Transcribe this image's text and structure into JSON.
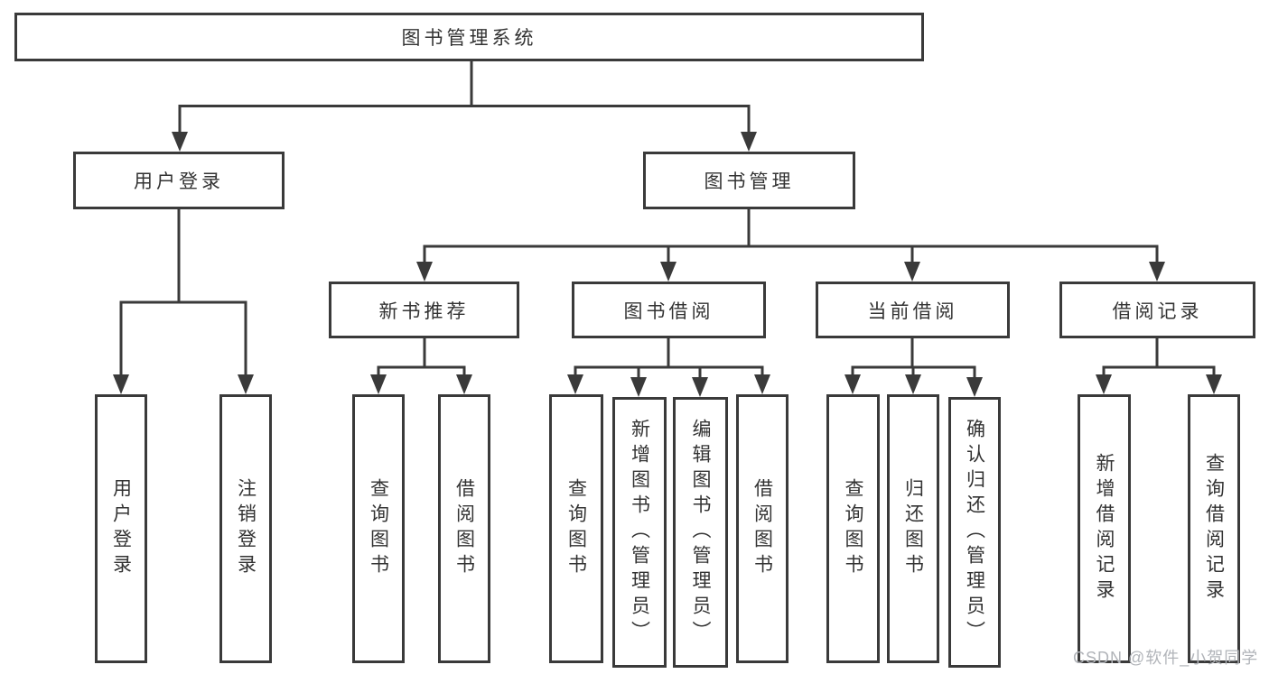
{
  "diagram": {
    "type": "tree",
    "title": "图书管理系统",
    "colors": {
      "line": "#3a3a3a",
      "text": "#333333",
      "watermark": "#b1b4b9"
    },
    "root": {
      "label": "图书管理系统"
    },
    "branches": [
      {
        "label": "用户登录",
        "children": [
          "用户登录",
          "注销登录"
        ]
      },
      {
        "label": "图书管理",
        "sections": [
          {
            "label": "新书推荐",
            "children": [
              "查询图书",
              "借阅图书"
            ]
          },
          {
            "label": "图书借阅",
            "children": [
              "查询图书",
              "新增图书（管理员）",
              "编辑图书（管理员）",
              "借阅图书"
            ]
          },
          {
            "label": "当前借阅",
            "children": [
              "查询图书",
              "归还图书",
              "确认归还（管理员）"
            ]
          },
          {
            "label": "借阅记录",
            "children": [
              "新增借阅记录",
              "查询借阅记录"
            ]
          }
        ]
      }
    ],
    "watermark": "CSDN @软件_小贺同学"
  }
}
